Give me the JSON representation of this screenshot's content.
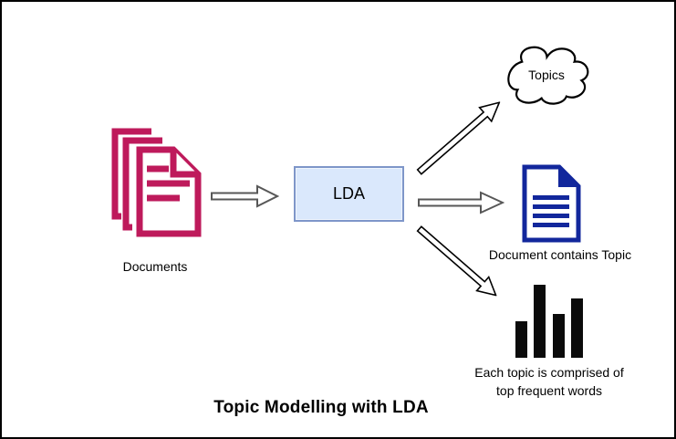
{
  "title": "Topic Modelling with LDA",
  "colors": {
    "documents_icon": "#BE1A5B",
    "lda_fill": "#DAE8FC",
    "lda_border": "#7E96C9",
    "document_topic_icon": "#12279C",
    "bars_icon": "#0b0b0b",
    "frame_border": "#000000"
  },
  "nodes": {
    "documents": {
      "label": "Documents",
      "icon": "stacked-documents-icon"
    },
    "lda": {
      "label": "LDA"
    },
    "topics_cloud": {
      "label": "Topics",
      "icon": "cloud-icon"
    },
    "document_topic": {
      "label": "Document contains Topic",
      "icon": "document-icon"
    },
    "topic_words": {
      "label_line1": "Each topic is comprised of",
      "label_line2": "top frequent words",
      "icon": "bar-chart-icon",
      "bar_heights": [
        40,
        80,
        48,
        65
      ]
    }
  },
  "arrows": [
    {
      "from": "documents",
      "to": "lda"
    },
    {
      "from": "lda",
      "to": "topics_cloud"
    },
    {
      "from": "lda",
      "to": "document_topic"
    },
    {
      "from": "lda",
      "to": "topic_words"
    }
  ]
}
